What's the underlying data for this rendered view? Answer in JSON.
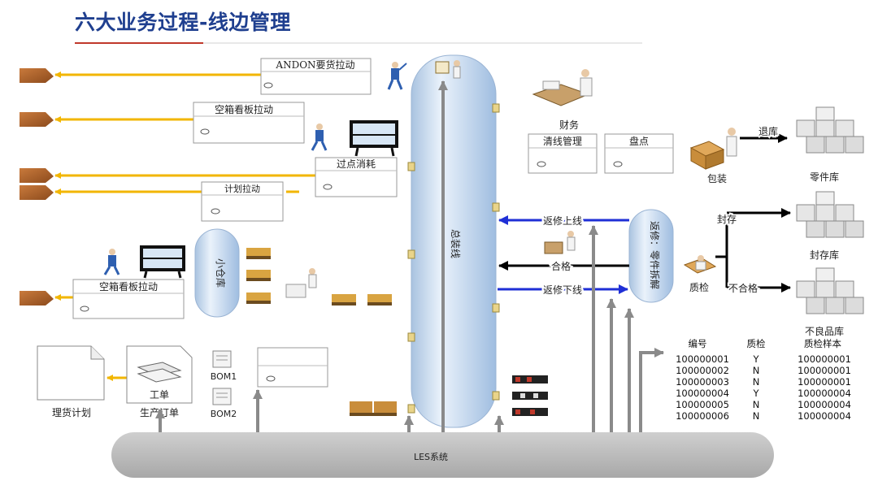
{
  "title": "六大业务过程-线边管理",
  "colors": {
    "title": "#1f3f8f",
    "accent_line": "#c0392b",
    "yellow_arrow": "#f2b600",
    "blue_arrow": "#1f2fd6",
    "gray_arrow": "#8a8a8a",
    "les_bar": "#bfbfbf"
  },
  "left_panel": {
    "andon": "ANDON要货拉动",
    "empty_kanban_1": "空箱看板拉动",
    "pass_point": "过点消耗",
    "plan_pull": "计划拉动",
    "empty_kanban_2": "空箱看板拉动",
    "small_warehouse": "小仓库",
    "material_plan": "理货计划",
    "work_order": "工单",
    "production_order": "生产订单",
    "bom1": "BOM1",
    "bom2": "BOM2"
  },
  "center": {
    "assembly_line": "总装线",
    "les": "LES系统"
  },
  "right_panel": {
    "finance": "财务",
    "clear_line": "清线管理",
    "inventory": "盘点",
    "repair_up": "返修上线",
    "qualified": "合格",
    "repair_down": "返修下线",
    "repair_disassembly": "返修：零件拆解",
    "packaging": "包装",
    "return_store": "退库",
    "parts_store": "零件库",
    "seal": "封存",
    "seal_store": "封存库",
    "qc": "质检",
    "unqualified": "不合格",
    "defect_store": "不良品库"
  },
  "qc_table": {
    "headers": [
      "编号",
      "质检",
      "质检样本"
    ],
    "rows": [
      [
        "100000001",
        "Y",
        "100000001"
      ],
      [
        "100000002",
        "N",
        "100000001"
      ],
      [
        "100000003",
        "N",
        "100000001"
      ],
      [
        "100000004",
        "Y",
        "100000004"
      ],
      [
        "100000005",
        "N",
        "100000004"
      ],
      [
        "100000006",
        "N",
        "100000004"
      ]
    ]
  }
}
